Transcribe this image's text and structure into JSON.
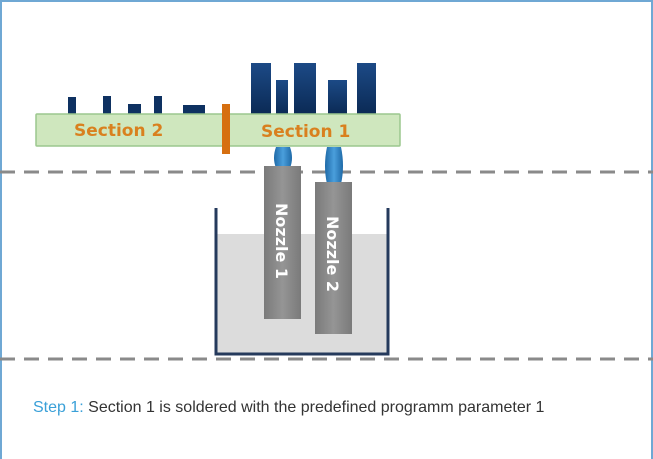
{
  "colors": {
    "frame_border": "#6fa8d4",
    "board_fill": "#cfe7be",
    "board_stroke": "#9cc78e",
    "section_text": "#d9801e",
    "divider": "#d66f10",
    "component": "#0e3161",
    "nozzle_body": "#888888",
    "nozzle_tip": "#2e7fbf",
    "bath_fill": "#dcdcdc",
    "bath_wall": "#253a5c",
    "dashed_line": "#8a8a8a",
    "step_label": "#3aa0d8",
    "caption_text": "#333333"
  },
  "diagram": {
    "board": {
      "section_2_label": "Section 2",
      "section_1_label": "Section 1"
    },
    "nozzles": [
      {
        "label": "Nozzle 1"
      },
      {
        "label": "Nozzle 2"
      }
    ]
  },
  "caption": {
    "step_label": "Step 1:",
    "text": " Section 1 is soldered with the predefined programm parameter 1"
  }
}
